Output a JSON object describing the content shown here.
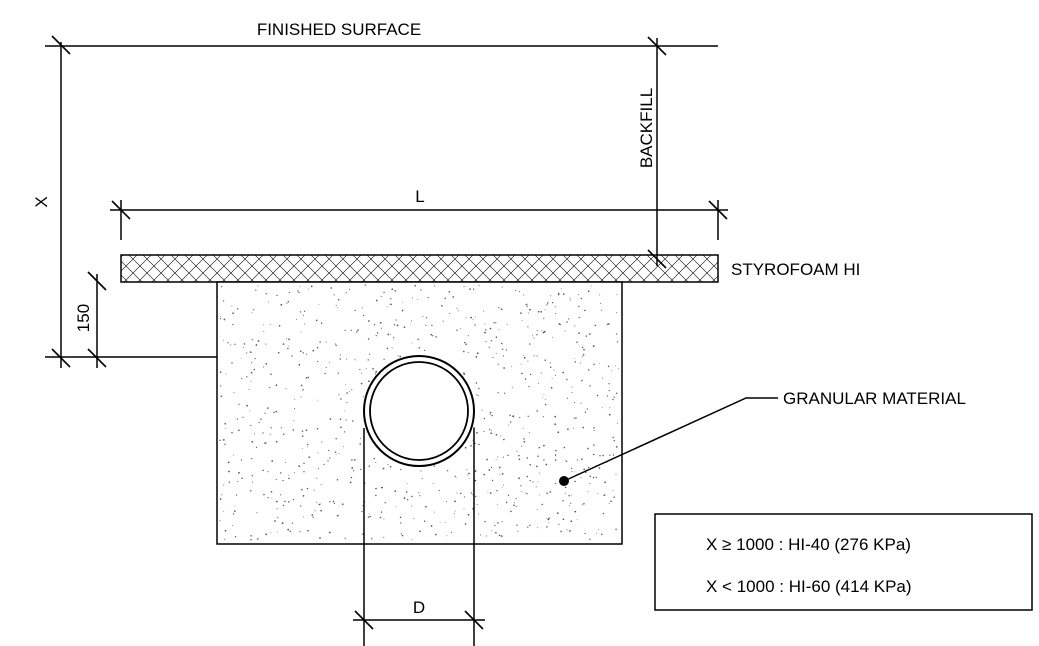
{
  "labels": {
    "finished_surface": "FINISHED SURFACE",
    "backfill": "BACKFILL",
    "x_dim": "X",
    "l_dim": "L",
    "d_dim": "D",
    "depth_150": "150",
    "styrofoam": "STYROFOAM HI",
    "granular": "GRANULAR MATERIAL"
  },
  "legend": {
    "rule_1": "X ≥ 1000 : HI-40 (276 KPa)",
    "rule_2": "X < 1000 : HI-60 (414 KPa)"
  },
  "colors": {
    "line": "#000000",
    "background": "#ffffff"
  }
}
